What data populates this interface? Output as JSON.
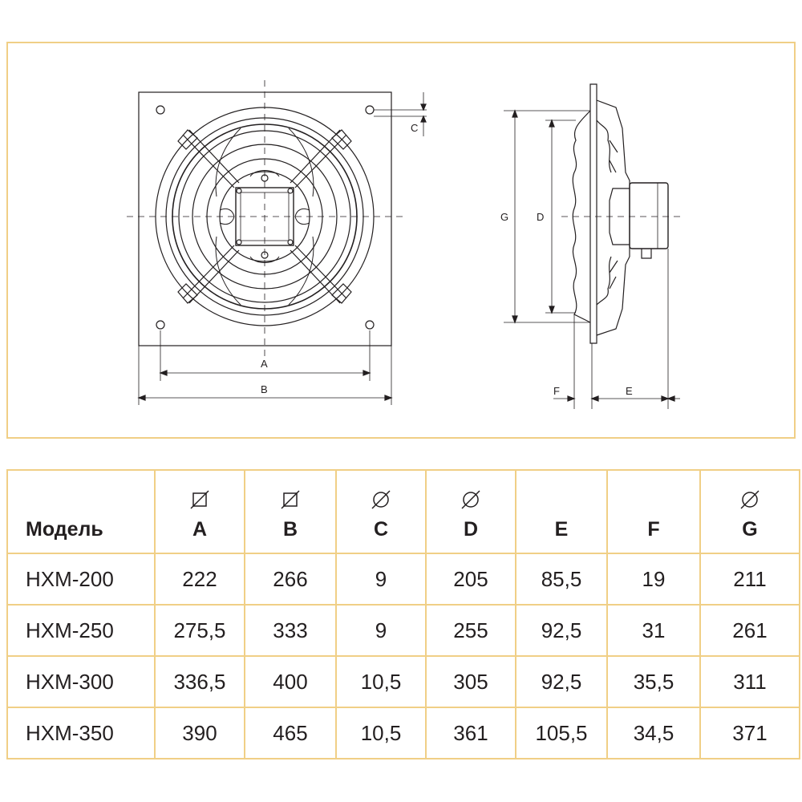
{
  "drawing": {
    "labels": {
      "a": "A",
      "b": "B",
      "c": "C",
      "d": "D",
      "e": "E",
      "f": "F",
      "g": "G"
    }
  },
  "table": {
    "headers": [
      {
        "label": "Модель",
        "symbol": ""
      },
      {
        "label": "A",
        "symbol": "square"
      },
      {
        "label": "B",
        "symbol": "square"
      },
      {
        "label": "C",
        "symbol": "diameter"
      },
      {
        "label": "D",
        "symbol": "diameter"
      },
      {
        "label": "E",
        "symbol": ""
      },
      {
        "label": "F",
        "symbol": ""
      },
      {
        "label": "G",
        "symbol": "diameter"
      }
    ],
    "rows": [
      [
        "HXM-200",
        "222",
        "266",
        "9",
        "205",
        "85,5",
        "19",
        "211"
      ],
      [
        "HXM-250",
        "275,5",
        "333",
        "9",
        "255",
        "92,5",
        "31",
        "261"
      ],
      [
        "HXM-300",
        "336,5",
        "400",
        "10,5",
        "305",
        "92,5",
        "35,5",
        "311"
      ],
      [
        "HXM-350",
        "390",
        "465",
        "10,5",
        "361",
        "105,5",
        "34,5",
        "371"
      ]
    ]
  },
  "colors": {
    "border": "#f0cf86",
    "line": "#231f20"
  }
}
